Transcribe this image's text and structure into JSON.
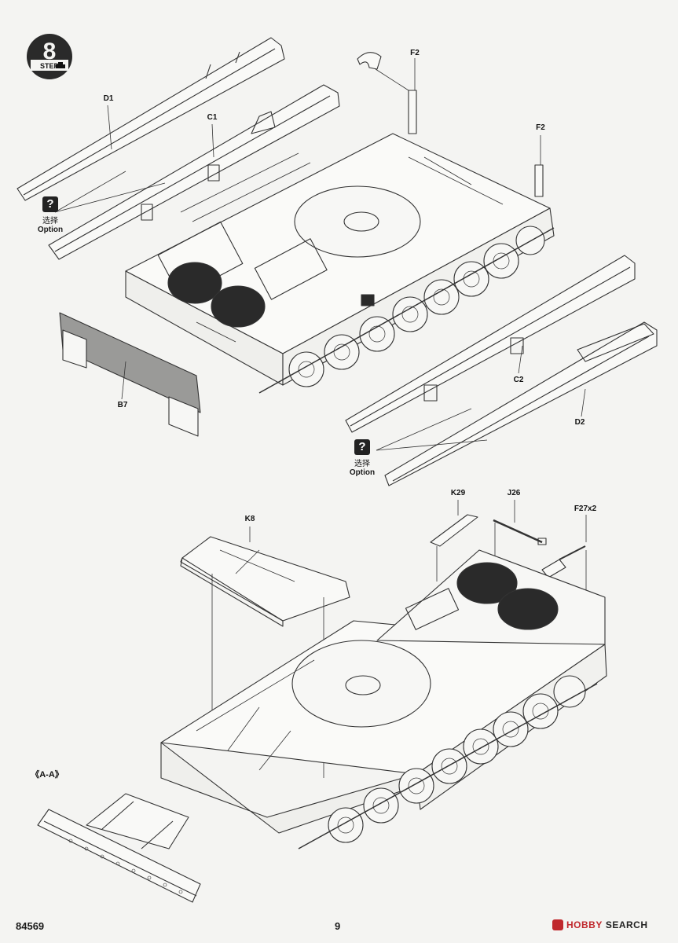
{
  "step": {
    "number": "8",
    "word": "STEP"
  },
  "labels": {
    "D1": "D1",
    "C1": "C1",
    "F2_top": "F2",
    "F2_right": "F2",
    "B7": "B7",
    "C2": "C2",
    "D2": "D2",
    "K29": "K29",
    "J26": "J26",
    "F27x2": "F27x2",
    "K8": "K8",
    "section": "《A-A》"
  },
  "option": {
    "icon": "question-mark-icon",
    "cn": "选择",
    "en": "Option"
  },
  "footer": {
    "code": "84569",
    "page": "9"
  },
  "watermark": {
    "brand": "HOBBY",
    "suffix": "SEARCH",
    "color": "#c0282d"
  }
}
